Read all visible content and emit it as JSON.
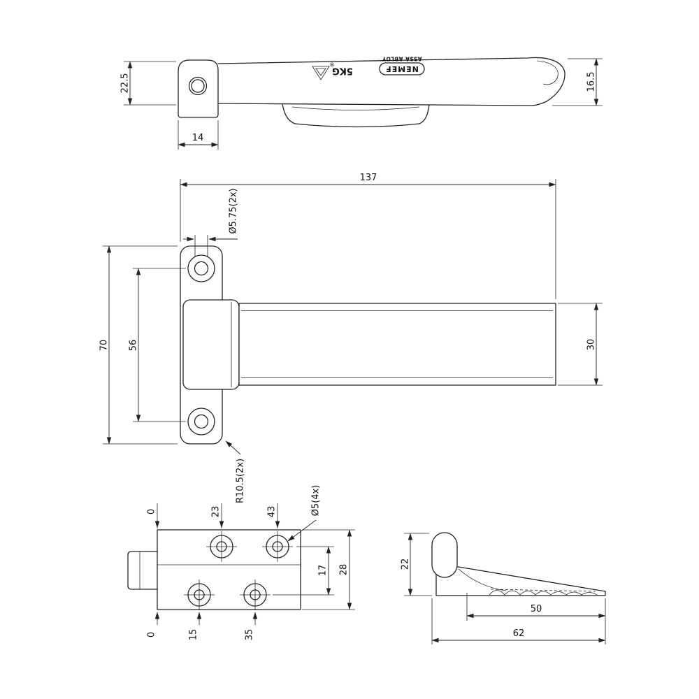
{
  "product": {
    "brand": "NEMEF",
    "brand_parent": "ASSA ABLOY",
    "load_rating": "5KG",
    "registered_mark": "®"
  },
  "dims": {
    "side": {
      "height_left": "22.5",
      "knuckle_width": "14",
      "height_right": "16.5"
    },
    "plan": {
      "length": "137",
      "plate_height": "70",
      "hole_spacing": "56",
      "arm_width": "30",
      "hole_dia": "Ø5.75(2x)",
      "corner_radius": "R10.5(2x)"
    },
    "keeper_plan": {
      "top": [
        "0",
        "23",
        "43"
      ],
      "hole_dia": "Ø5(4x)",
      "row_spacing": "17",
      "height": "28",
      "bottom": [
        "0",
        "15",
        "35"
      ]
    },
    "keeper_side": {
      "height": "22",
      "ramp_length": "50",
      "length": "62"
    }
  }
}
